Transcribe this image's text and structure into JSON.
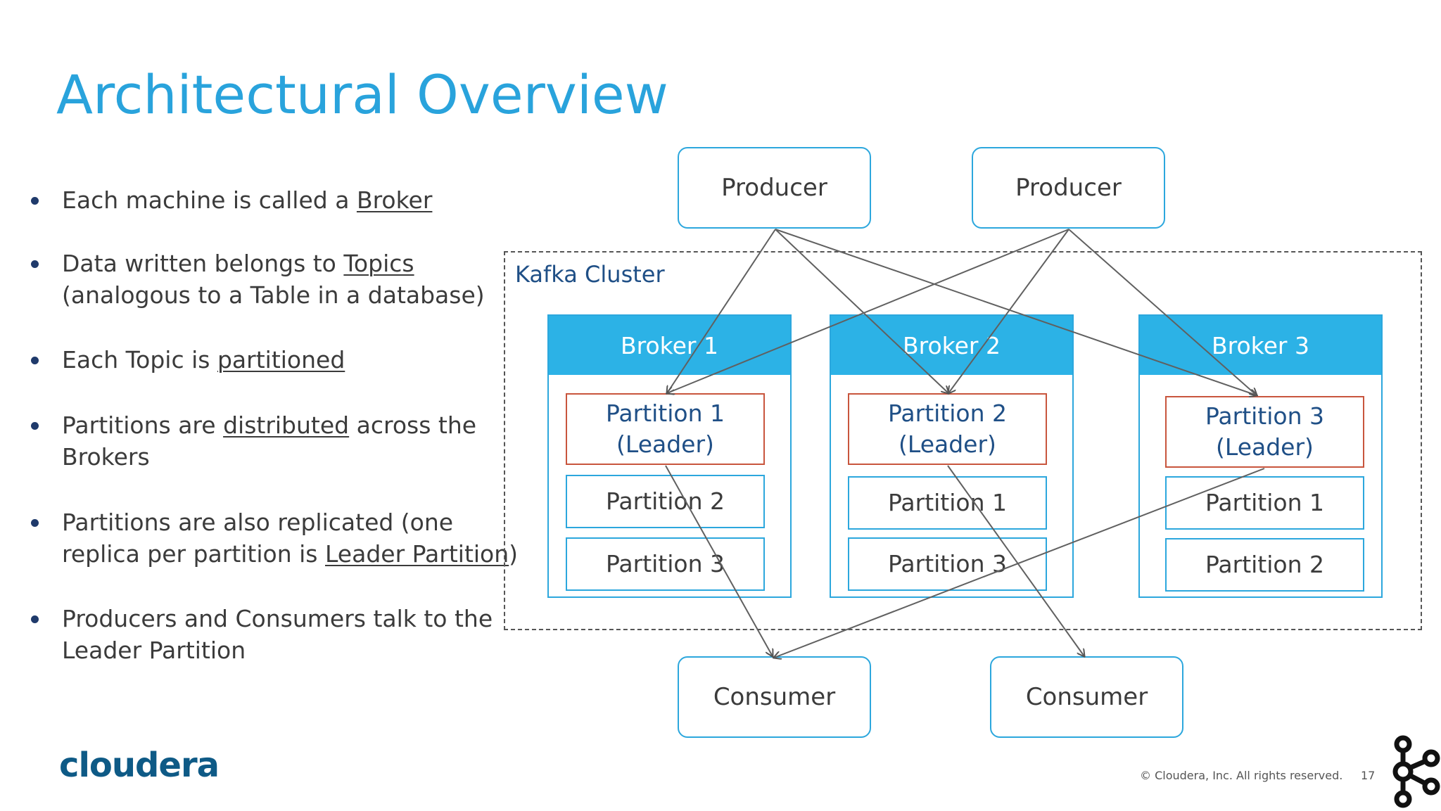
{
  "title": "Architectural Overview",
  "bullets": [
    {
      "pre": "Each machine is called a ",
      "u": "Broker",
      "post": ""
    },
    {
      "pre": "Data written belongs to ",
      "u": "Topics",
      "post": "",
      "line2": "(analogous to a Table in a database)"
    },
    {
      "pre": "Each Topic is ",
      "u": "partitioned",
      "post": ""
    },
    {
      "pre": "Partitions are ",
      "u": "distributed",
      "post": " across the",
      "line2": "Brokers"
    },
    {
      "line1": "Partitions are also replicated (one",
      "pre": "replica per partition is ",
      "u": "Leader Partition",
      "post": ")"
    },
    {
      "line1": "Producers and Consumers talk to the",
      "line2": "Leader Partition"
    }
  ],
  "producers": [
    "Producer",
    "Producer"
  ],
  "consumers": [
    "Consumer",
    "Consumer"
  ],
  "cluster_label": "Kafka Cluster",
  "brokers": [
    {
      "name": "Broker 1",
      "partitions": [
        [
          "Partition 1",
          "(Leader)"
        ],
        [
          "Partition 2"
        ],
        [
          "Partition 3"
        ]
      ]
    },
    {
      "name": "Broker 2",
      "partitions": [
        [
          "Partition 2",
          "(Leader)"
        ],
        [
          "Partition 1"
        ],
        [
          "Partition 3"
        ]
      ]
    },
    {
      "name": "Broker 3",
      "partitions": [
        [
          "Partition 3",
          "(Leader)"
        ],
        [
          "Partition 1"
        ],
        [
          "Partition 2"
        ]
      ]
    }
  ],
  "footer": {
    "logo": "cloudera",
    "copyright": "© Cloudera, Inc. All rights reserved.",
    "page": "17"
  },
  "colors": {
    "accent": "#29a3dc",
    "broker_header": "#2cb2e6",
    "leader_border": "#c8553d",
    "cluster_label": "#1f4f86"
  },
  "icons": [
    "apache-kafka-icon"
  ]
}
